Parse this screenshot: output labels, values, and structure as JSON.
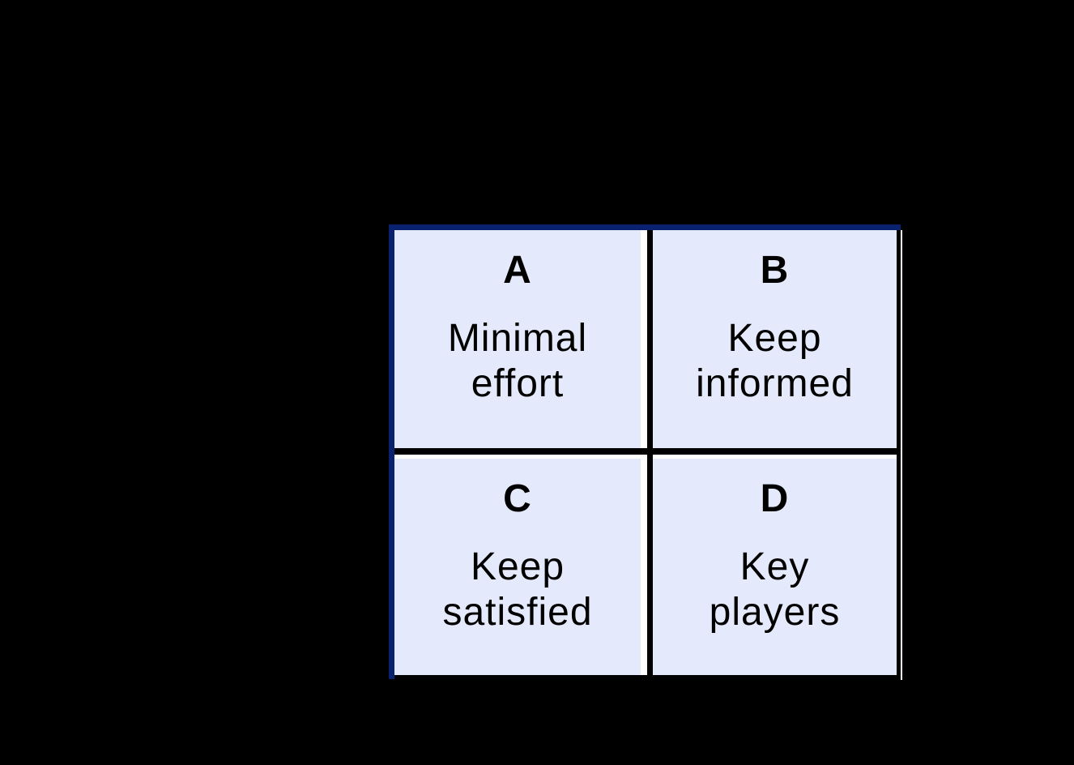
{
  "canvas": {
    "background_color": "#000000"
  },
  "matrix": {
    "type": "2x2-quadrant-grid",
    "colors": {
      "outer_border_navy": "#0a2170",
      "cell_fill": "#e4eafb",
      "divider_black": "#000000",
      "gutter_white": "#ffffff",
      "text": "#000000"
    },
    "quadrants": [
      {
        "letter": "A",
        "label": "Minimal\neffort"
      },
      {
        "letter": "B",
        "label": "Keep\ninformed"
      },
      {
        "letter": "C",
        "label": "Keep\nsatisfied"
      },
      {
        "letter": "D",
        "label": "Key\nplayers"
      }
    ]
  }
}
